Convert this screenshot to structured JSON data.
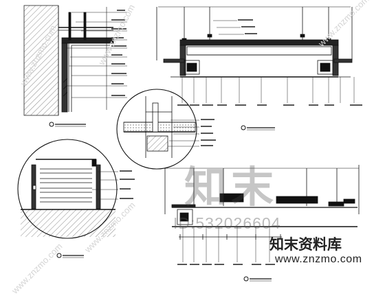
{
  "watermarks": {
    "big": "知末",
    "id": "ID:532026604",
    "site": "知末资料库",
    "url": "www.znzmo.com",
    "diagonal": "www.znzmo.com"
  }
}
